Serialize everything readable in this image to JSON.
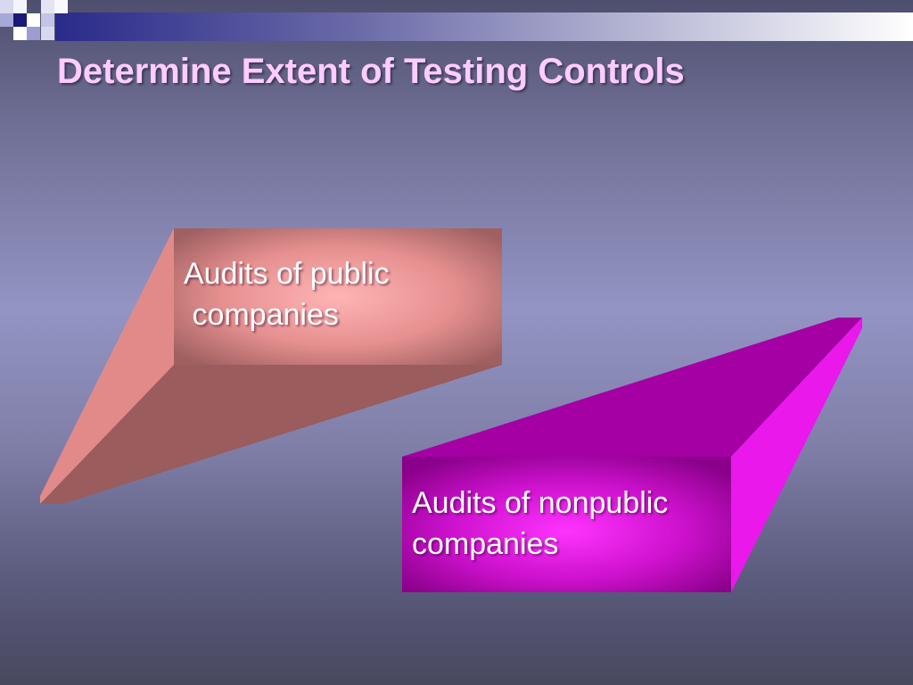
{
  "slide": {
    "title": "Determine Extent of Testing Controls"
  },
  "boxes": [
    {
      "label_line1": "Audits of public",
      "label_line2": " companies",
      "front_color": "#f0a0a0",
      "side_color": "#e08c8c",
      "bottom_color": "#9a5c5c"
    },
    {
      "label_line1": "Audits of nonpublic",
      "label_line2": "companies",
      "front_color": "#ee22ee",
      "top_color": "#aa00aa",
      "side_color": "#e816e8"
    }
  ],
  "theme": {
    "title_color": "#ffccff",
    "accent_navy": "#1a1a7a"
  }
}
